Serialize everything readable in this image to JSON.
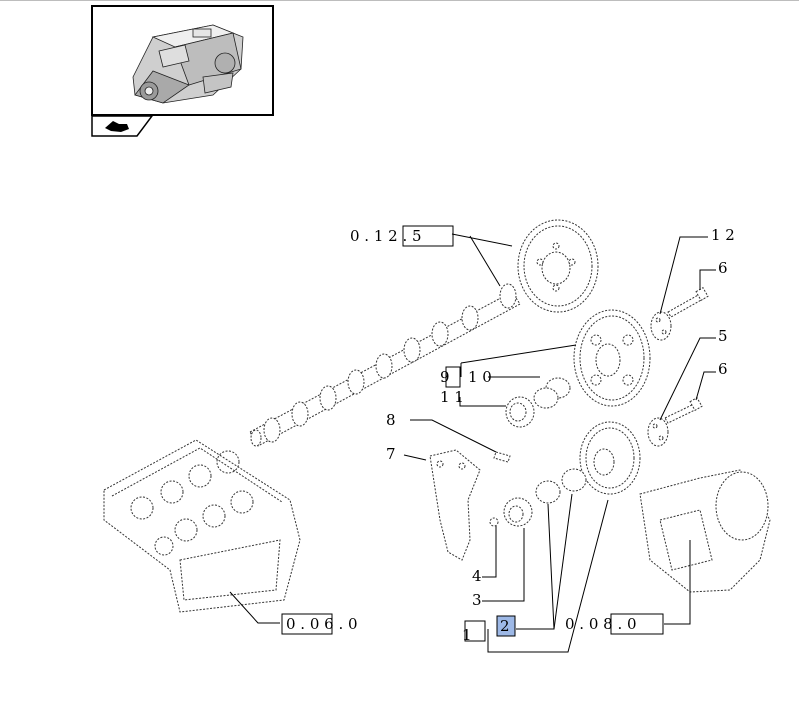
{
  "labels": {
    "ref_0125": "0 . 1 2 . 5",
    "ref_0060": "0 . 0 6 . 0",
    "ref_0080": "0 . 0 8 . 0",
    "p1": "1",
    "p2": "2",
    "p3": "3",
    "p4": "4",
    "p5": "5",
    "p6a": "6",
    "p6b": "6",
    "p7": "7",
    "p8": "8",
    "p9": "9",
    "p10": "1 0",
    "p11": "1 1",
    "p12": "1 2"
  },
  "colors": {
    "highlight": "#9db8e6",
    "line": "#000000"
  },
  "icons": {
    "thumbnail": "engine-thumbnail-icon",
    "nav": "navigate-arrow-icon"
  }
}
